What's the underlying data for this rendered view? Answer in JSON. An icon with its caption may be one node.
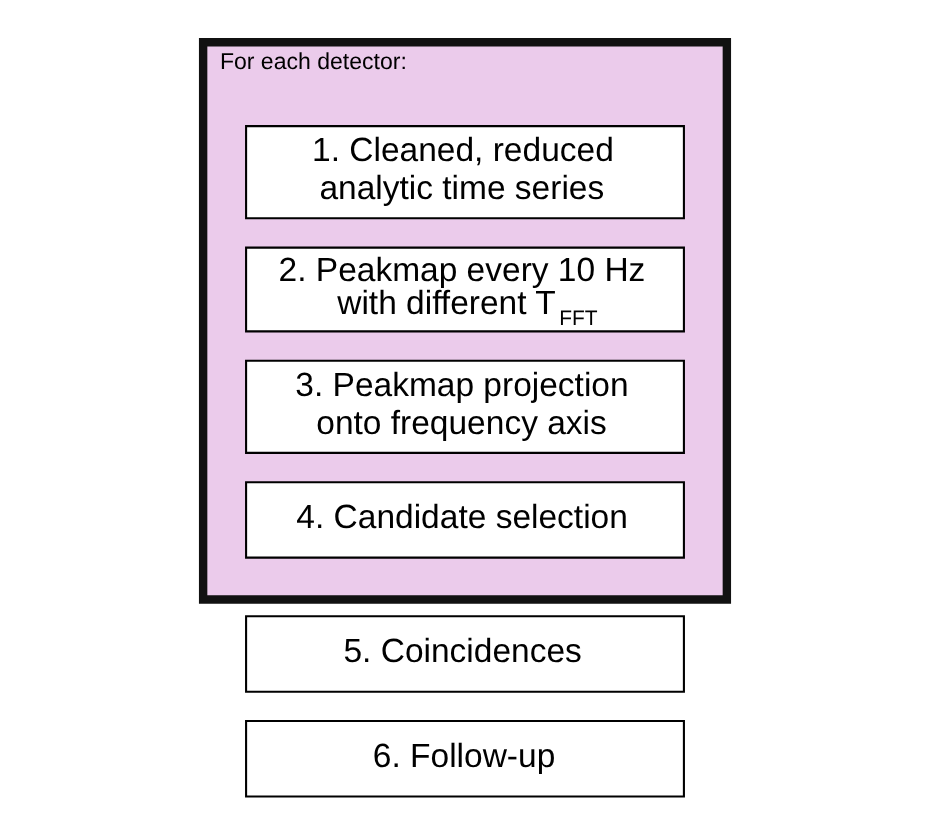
{
  "diagram": {
    "nodes": [
      {
        "text": [
          "For each detector:"
        ]
      },
      {
        "text": [
          "1. Cleaned, reduced analytic time series"
        ],
        "in": 0
      },
      {
        "text": [
          "2. Peakmap every 10 Hz with different T$_{FFT}$"
        ],
        "in": 0
      },
      {
        "text": [
          "3. Peakmap projection onto frequency axis"
        ],
        "in": 0
      },
      {
        "text": [
          "4. Candidate selection"
        ],
        "in": 0
      },
      {
        "text": [
          "5. Coincidences"
        ]
      },
      {
        "text": [
          "6. Follow-up"
        ]
      }
    ]
  }
}
